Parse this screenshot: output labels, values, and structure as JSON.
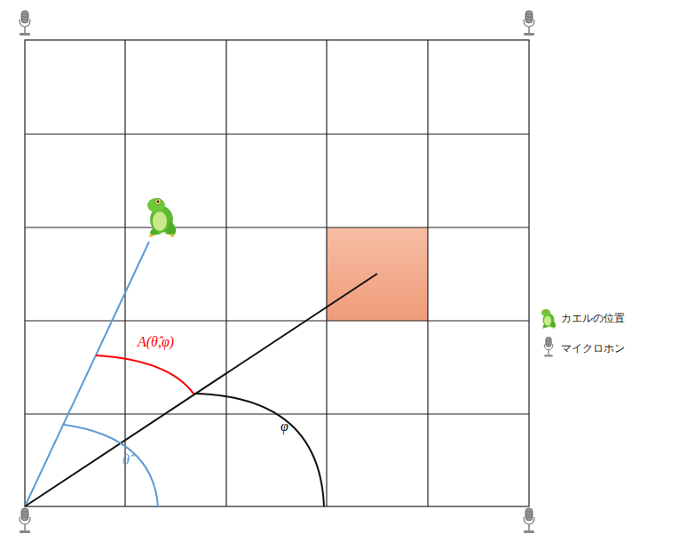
{
  "diagram": {
    "labels": [
      "A(θ̂,φ)",
      "φ",
      "θ̂"
    ],
    "legend": [
      {
        "text": "カエルの位置"
      },
      {
        "text": "マイクロホン"
      }
    ]
  }
}
